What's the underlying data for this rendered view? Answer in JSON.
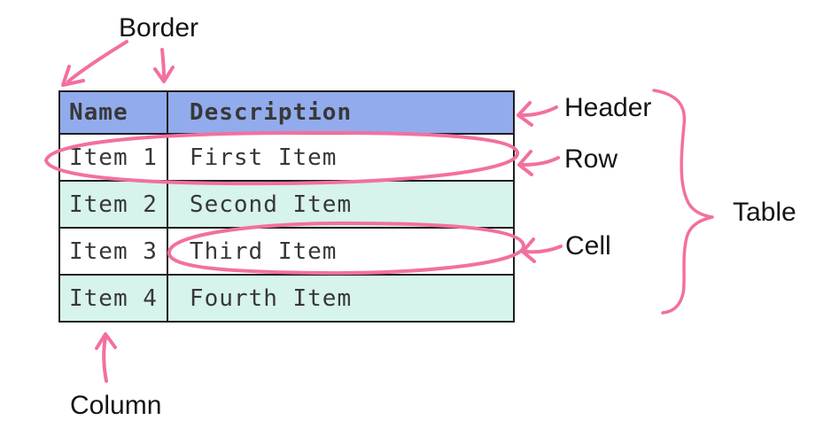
{
  "figure": {
    "labels": {
      "border": "Border",
      "header": "Header",
      "row": "Row",
      "cell": "Cell",
      "table": "Table",
      "column": "Column"
    }
  },
  "table": {
    "columns": [
      "Name",
      "Description"
    ],
    "rows": [
      {
        "name": "Item 1",
        "description": "First Item"
      },
      {
        "name": "Item 2",
        "description": "Second Item"
      },
      {
        "name": "Item 3",
        "description": "Third Item"
      },
      {
        "name": "Item 4",
        "description": "Fourth Item"
      }
    ]
  },
  "colors": {
    "header_bg": "#92abec",
    "alt_row_bg": "#d6f3ec",
    "annotation_pink": "#f2709f",
    "table_border": "#1f1f1f",
    "cell_text": "#383838",
    "label_text": "#141414"
  }
}
